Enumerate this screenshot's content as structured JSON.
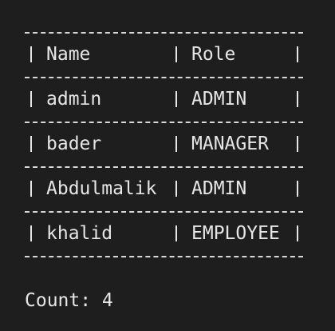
{
  "table": {
    "headers": [
      "Name",
      "Role"
    ],
    "rows": [
      [
        "admin",
        "ADMIN"
      ],
      [
        "bader",
        "MANAGER"
      ],
      [
        "Abdulmalik",
        "ADMIN"
      ],
      [
        "khalid",
        "EMPLOYEE"
      ]
    ]
  },
  "footer": {
    "count_label": "Count: 4"
  }
}
